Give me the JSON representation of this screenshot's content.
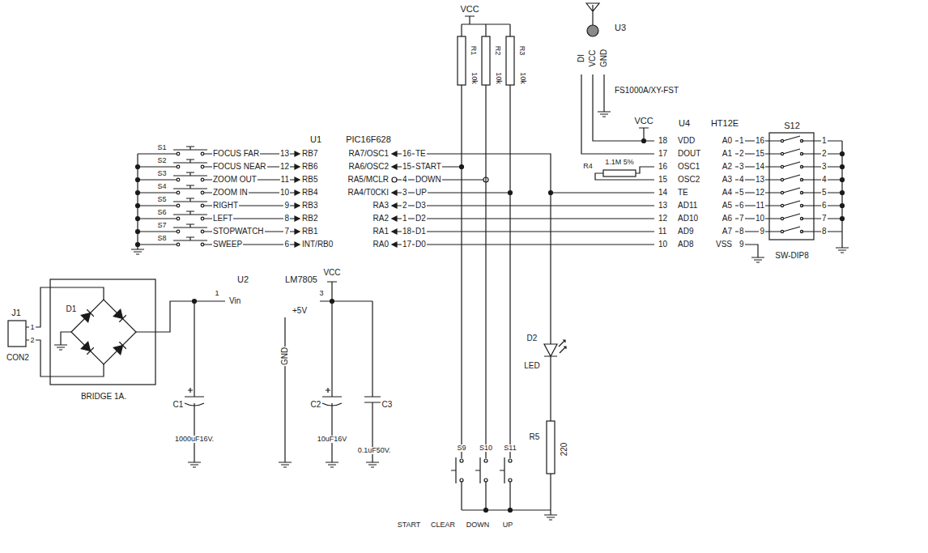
{
  "diagram": {
    "labels": [
      "VCC",
      "R1",
      "10k",
      "R2",
      "10k",
      "R3",
      "10k",
      "U3",
      "DI",
      "VCC",
      "GND",
      "FS1000A/XY-FST",
      "U1",
      "PIC16F628",
      "S1",
      "FOCUS FAR",
      "13",
      "RB7",
      "S2",
      "FOCUS NEAR",
      "12",
      "RB6",
      "S3",
      "ZOOM OUT",
      "11",
      "RB5",
      "S4",
      "ZOOM IN",
      "10",
      "RB4",
      "S5",
      "RIGHT",
      "9",
      "RB3",
      "S6",
      "LEFT",
      "8",
      "RB2",
      "S7",
      "STOPWATCH",
      "7",
      "RB1",
      "S8",
      "SWEEP",
      "6",
      "INT/RB0",
      "RA7/OSC1",
      "16",
      "TE",
      "RA6/OSC2",
      "15",
      "START",
      "RA5/MCLR",
      "4",
      "DOWN",
      "RA4/T0CKI",
      "3",
      "UP",
      "RA3",
      "2",
      "D3",
      "RA2",
      "1",
      "D2",
      "RA1",
      "18",
      "D1",
      "RA0",
      "17",
      "D0",
      "VCC",
      "U4",
      "HT12E",
      "18",
      "VDD",
      "17",
      "DOUT",
      "16",
      "OSC1",
      "15",
      "OSC2",
      "14",
      "TE",
      "13",
      "AD11",
      "12",
      "AD10",
      "11",
      "AD9",
      "10",
      "AD8",
      "R4",
      "1.1M 5%",
      "A0",
      "1",
      "16",
      "A1",
      "2",
      "15",
      "A2",
      "3",
      "14",
      "A3",
      "4",
      "13",
      "A4",
      "5",
      "12",
      "A5",
      "6",
      "11",
      "A6",
      "7",
      "10",
      "A7",
      "8",
      "9",
      "VSS",
      "9",
      "S12",
      "SW-DIP8",
      "1",
      "2",
      "3",
      "4",
      "5",
      "6",
      "7",
      "8",
      "J1",
      "1",
      "2",
      "CON2",
      "D1",
      "BRIDGE 1A.",
      "C1",
      "1000uF16V.",
      "U2",
      "LM7805",
      "1",
      "Vin",
      "VCC",
      "3",
      "+5V",
      "GND",
      "C2",
      "10uF16V",
      "C3",
      "0.1uF50V.",
      "S9",
      "S10",
      "S11",
      "START",
      "CLEAR",
      "DOWN",
      "UP",
      "D2",
      "LED",
      "R5",
      "220"
    ]
  }
}
